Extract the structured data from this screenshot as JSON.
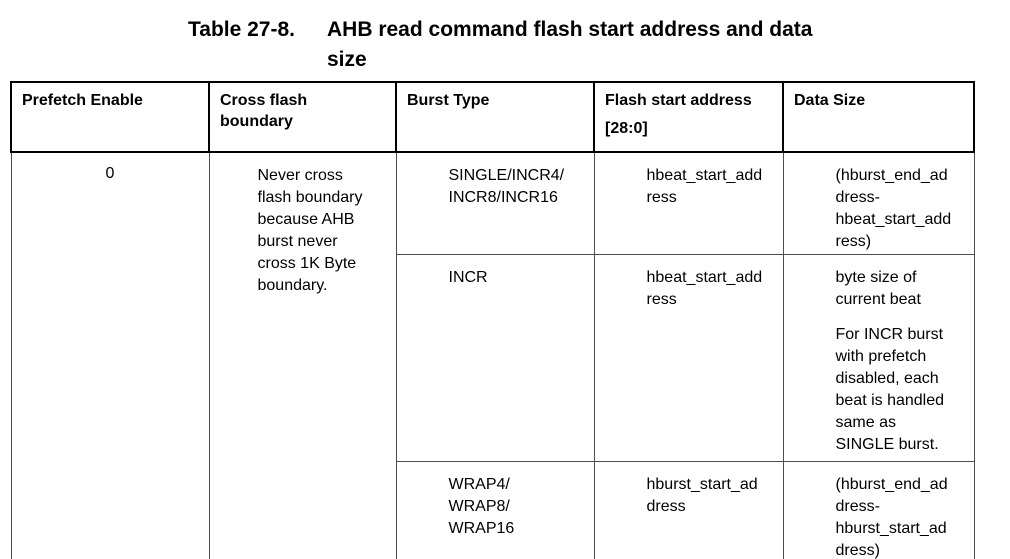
{
  "colors": {
    "background": "#ffffff",
    "text": "#000000",
    "header_border": "#000000",
    "body_border": "#4d4d4d"
  },
  "title": {
    "label": "Table 27-8.",
    "caption_lines": [
      "AHB read command flash start address and data",
      "size"
    ]
  },
  "table": {
    "headers": [
      {
        "lines": [
          "Prefetch Enable"
        ]
      },
      {
        "lines": [
          "Cross flash",
          "boundary"
        ]
      },
      {
        "lines": [
          "Burst Type"
        ]
      },
      {
        "lines": [
          "Flash start address"
        ],
        "sub": "[28:0]"
      },
      {
        "lines": [
          "Data Size"
        ]
      }
    ],
    "body": {
      "prefetch_enable": "0",
      "cross_flash_boundary_lines": [
        "Never cross",
        "flash boundary",
        "because AHB",
        "burst never",
        "cross 1K Byte",
        "boundary."
      ],
      "subrows": [
        {
          "burst_type_lines": [
            "SINGLE/INCR4/",
            "INCR8/INCR16"
          ],
          "flash_start_lines": [
            "hbeat_start_add",
            "ress"
          ],
          "data_size_paragraphs": [
            [
              "(hburst_end_ad",
              "dress-",
              "hbeat_start_add",
              "ress)"
            ]
          ]
        },
        {
          "burst_type_lines": [
            "INCR"
          ],
          "flash_start_lines": [
            "hbeat_start_add",
            "ress"
          ],
          "data_size_paragraphs": [
            [
              "byte size of",
              "current beat"
            ],
            [
              "For INCR burst",
              "with prefetch",
              "disabled, each",
              "beat is handled",
              "same as",
              "SINGLE burst."
            ]
          ]
        },
        {
          "burst_type_lines": [
            "WRAP4/",
            "WRAP8/",
            "WRAP16"
          ],
          "flash_start_lines": [
            "hburst_start_ad",
            "dress"
          ],
          "data_size_paragraphs": [
            [
              "(hburst_end_ad",
              "dress-",
              "hburst_start_ad",
              "dress)"
            ]
          ]
        }
      ]
    }
  }
}
